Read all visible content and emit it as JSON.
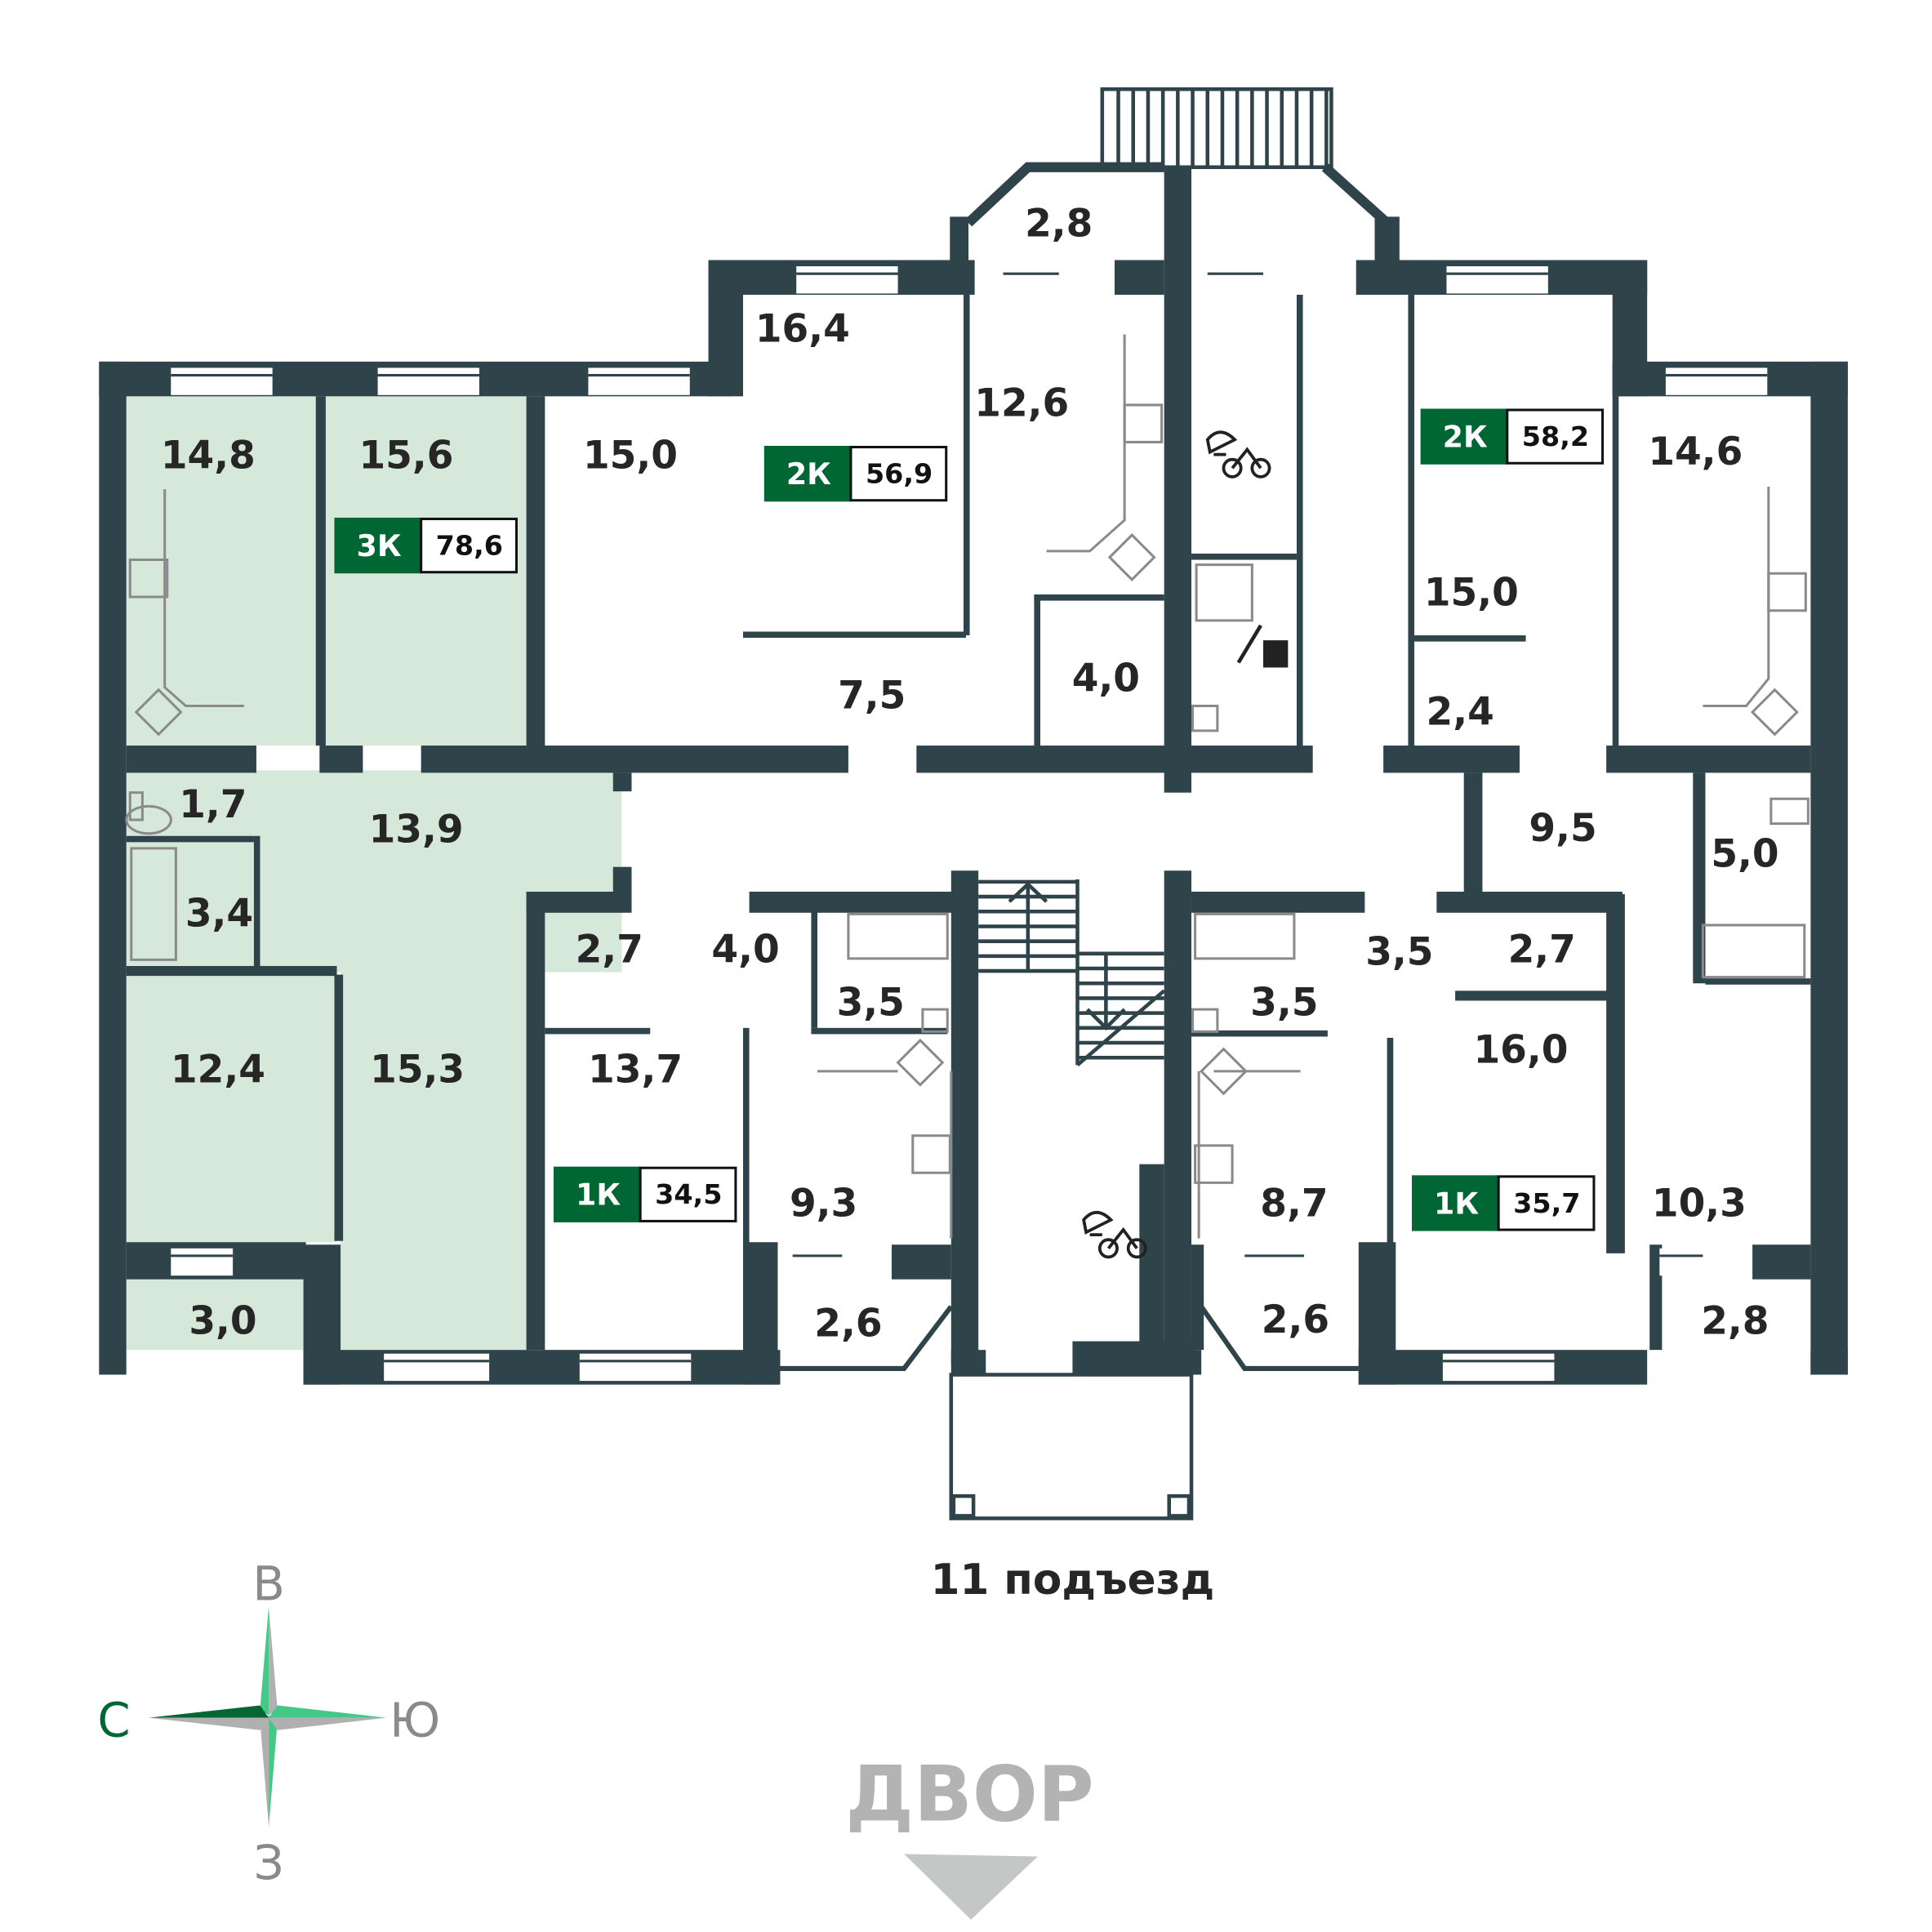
{
  "colors": {
    "wall": "#2f444a",
    "highlight": "#d6e8da",
    "badge": "#006633",
    "fixture": "#8a8a8a",
    "compass_green": "#43c887",
    "compass_dark": "#006633",
    "compass_gray": "#b0b0b0"
  },
  "rooms": [
    "14,8",
    "15,6",
    "15,0",
    "16,4",
    "12,6",
    "2,8",
    "7,5",
    "4,0",
    "15,0",
    "14,6",
    "2,4",
    "9,5",
    "5,0",
    "1,7",
    "13,9",
    "3,4",
    "2,7",
    "4,0",
    "3,5",
    "3,5",
    "3,5",
    "2,7",
    "16,0",
    "12,4",
    "15,3",
    "13,7",
    "9,3",
    "8,7",
    "10,3",
    "3,0",
    "2,6",
    "2,6",
    "2,8"
  ],
  "apartments": [
    {
      "type": "3К",
      "area": "78,6"
    },
    {
      "type": "2К",
      "area": "56,9"
    },
    {
      "type": "2К",
      "area": "58,2"
    },
    {
      "type": "1К",
      "area": "34,5"
    },
    {
      "type": "1К",
      "area": "35,7"
    }
  ],
  "entrance_label": "11 подъезд",
  "compass": {
    "top": "В",
    "left": "С",
    "right": "Ю",
    "bottom": "З"
  },
  "yard_label": "ДВОР",
  "icons": [
    "stroller-bicycle-icon",
    "cleaning-icon",
    "stove-icon",
    "sink-icon",
    "toilet-icon",
    "bathtub-icon",
    "stairs-arrow-icon",
    "yard-arrow-icon"
  ]
}
